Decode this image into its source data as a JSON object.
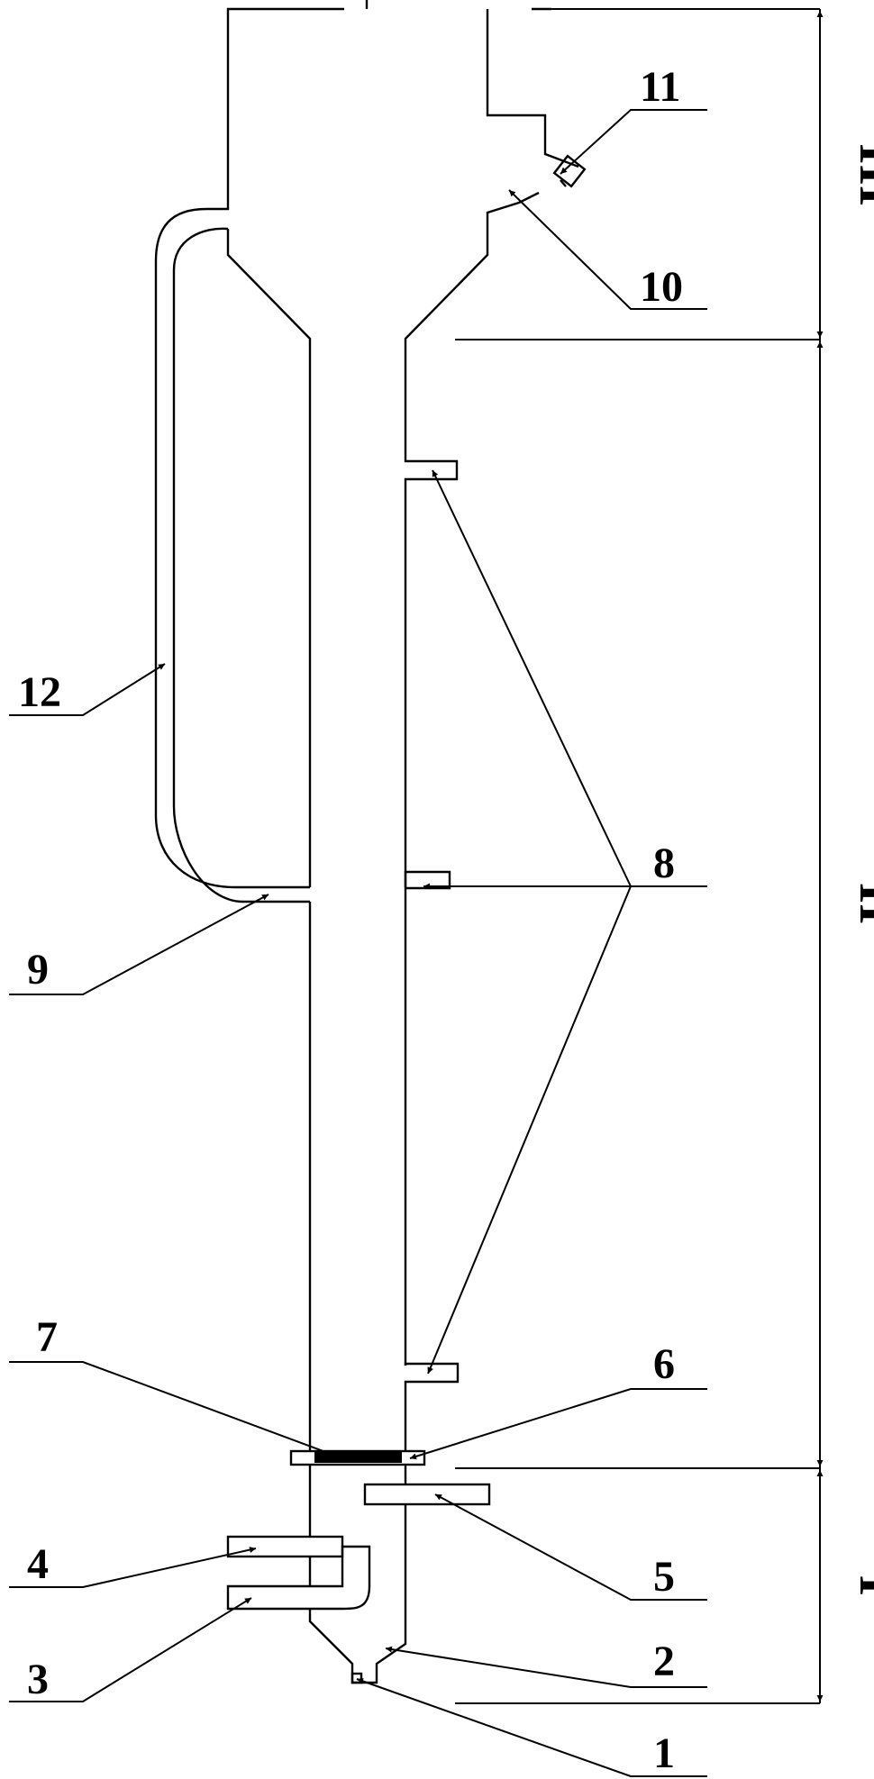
{
  "labels": {
    "n1": "1",
    "n2": "2",
    "n3": "3",
    "n4": "4",
    "n5": "5",
    "n6": "6",
    "n7": "7",
    "n8": "8",
    "n9": "9",
    "n10": "10",
    "n11": "11",
    "n12": "12"
  },
  "zones": {
    "z1": "I",
    "z2": "II",
    "z3": "III"
  }
}
